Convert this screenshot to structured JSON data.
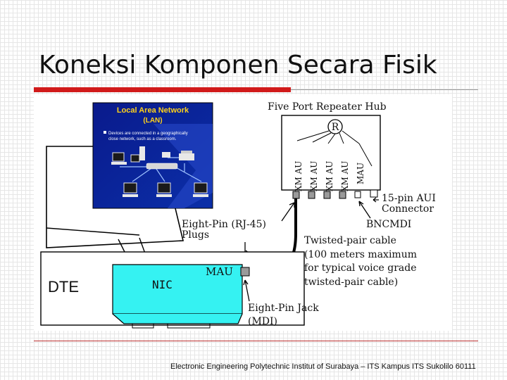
{
  "slide": {
    "title": "Koneksi Komponen Secara Fisik",
    "footer": "Electronic Engineering Polytechnic Institut of Surabaya – ITS Kampus ITS Sukolilo 60111"
  },
  "diagram": {
    "hub_title": "Five Port Repeater Hub",
    "repeater": "R",
    "port_labels": [
      "XM AU",
      "XM AU",
      "XM AU",
      "XM AU",
      "MAU"
    ],
    "aui_connector": [
      "15-pin AUI",
      "Connector"
    ],
    "bnc_label": "BNCMDI",
    "plug_label": [
      "Eight-Pin (RJ-45)",
      "Plugs"
    ],
    "cable_label": [
      "Twisted-pair cable",
      "(100 meters maximum",
      "for typical voice grade",
      "twisted-pair cable)"
    ],
    "dte_label": "DTE",
    "nic_label": "NIC",
    "mau_label": "MAU",
    "jack_label": [
      "Eight-Pin Jack",
      "(MDI)"
    ],
    "lan_slide": {
      "title": "Local Area Network",
      "subtitle": "(LAN)",
      "bullet": [
        "Devices are connected in a geographically",
        "close network, such as a classroom."
      ]
    },
    "colors": {
      "nic_board": "#35f2f2",
      "lan_bg": "#0a1a8c",
      "lan_title": "#ffd21a"
    }
  }
}
